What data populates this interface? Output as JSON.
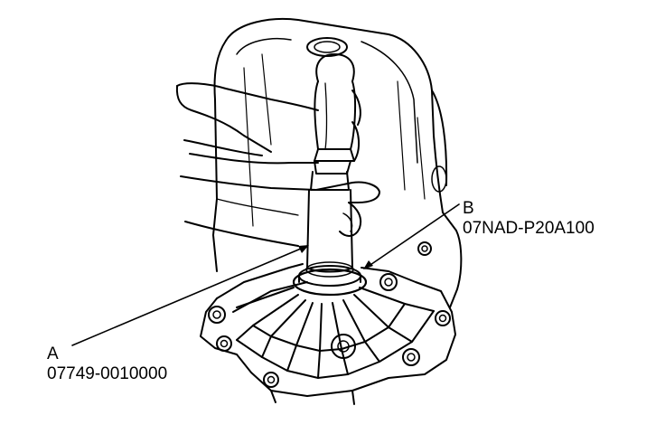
{
  "callouts": {
    "a": {
      "letter": "A",
      "part_number": "07749-0010000"
    },
    "b": {
      "letter": "B",
      "part_number": "07NAD-P20A100"
    }
  },
  "colors": {
    "line": "#000000",
    "background": "#ffffff"
  }
}
